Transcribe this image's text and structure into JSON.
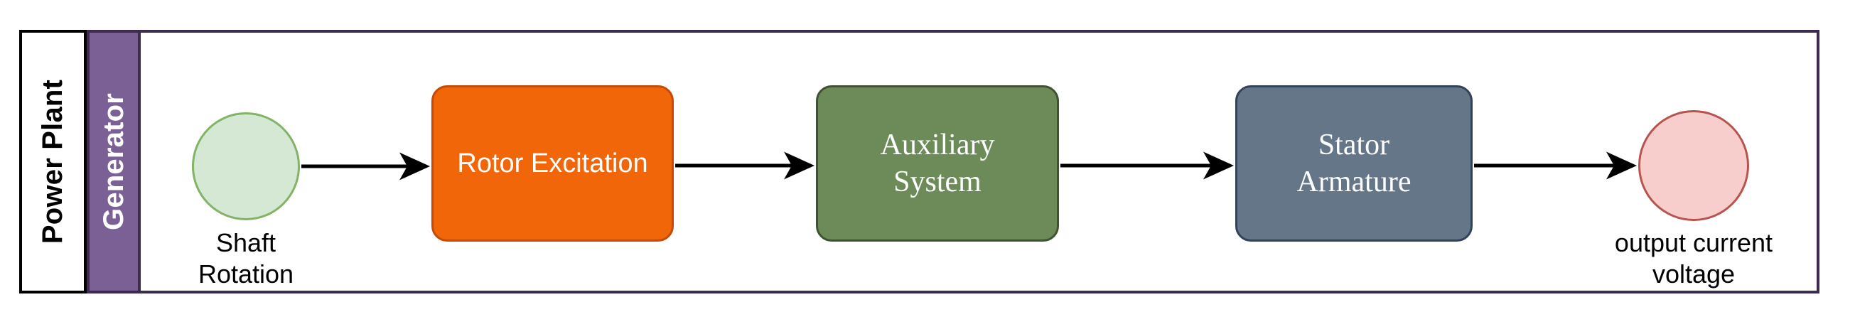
{
  "diagram": {
    "type": "flowchart",
    "pool_label": "Power Plant",
    "lane_label": "Generator",
    "colors": {
      "pool_border": "#3d2b4e",
      "pool_label_border": "#000000",
      "lane_fill": "#7b6095",
      "start_fill": "#d5e8d4",
      "start_stroke": "#82b366",
      "rotor_fill": "#f2660a",
      "rotor_stroke": "#c44a06",
      "auxiliary_fill": "#6d8b58",
      "auxiliary_stroke": "#3f5232",
      "stator_fill": "#647687",
      "stator_stroke": "#31435a",
      "end_fill": "#f8cecc",
      "end_stroke": "#b85450",
      "arrow": "#000000"
    },
    "nodes": [
      {
        "id": "start",
        "shape": "circle",
        "label": "",
        "caption": "Shaft\nRotation"
      },
      {
        "id": "rotor",
        "shape": "rounded-rect",
        "label": "Rotor Excitation",
        "caption": ""
      },
      {
        "id": "auxiliary",
        "shape": "rounded-rect",
        "label": "Auxiliary\nSystem",
        "caption": ""
      },
      {
        "id": "stator",
        "shape": "rounded-rect",
        "label": "Stator\nArmature",
        "caption": ""
      },
      {
        "id": "end",
        "shape": "circle",
        "label": "",
        "caption": "output current\nvoltage"
      }
    ],
    "edges": [
      {
        "from": "start",
        "to": "rotor",
        "label": ""
      },
      {
        "from": "rotor",
        "to": "auxiliary",
        "label": ""
      },
      {
        "from": "auxiliary",
        "to": "stator",
        "label": ""
      },
      {
        "from": "stator",
        "to": "end",
        "label": ""
      }
    ]
  }
}
